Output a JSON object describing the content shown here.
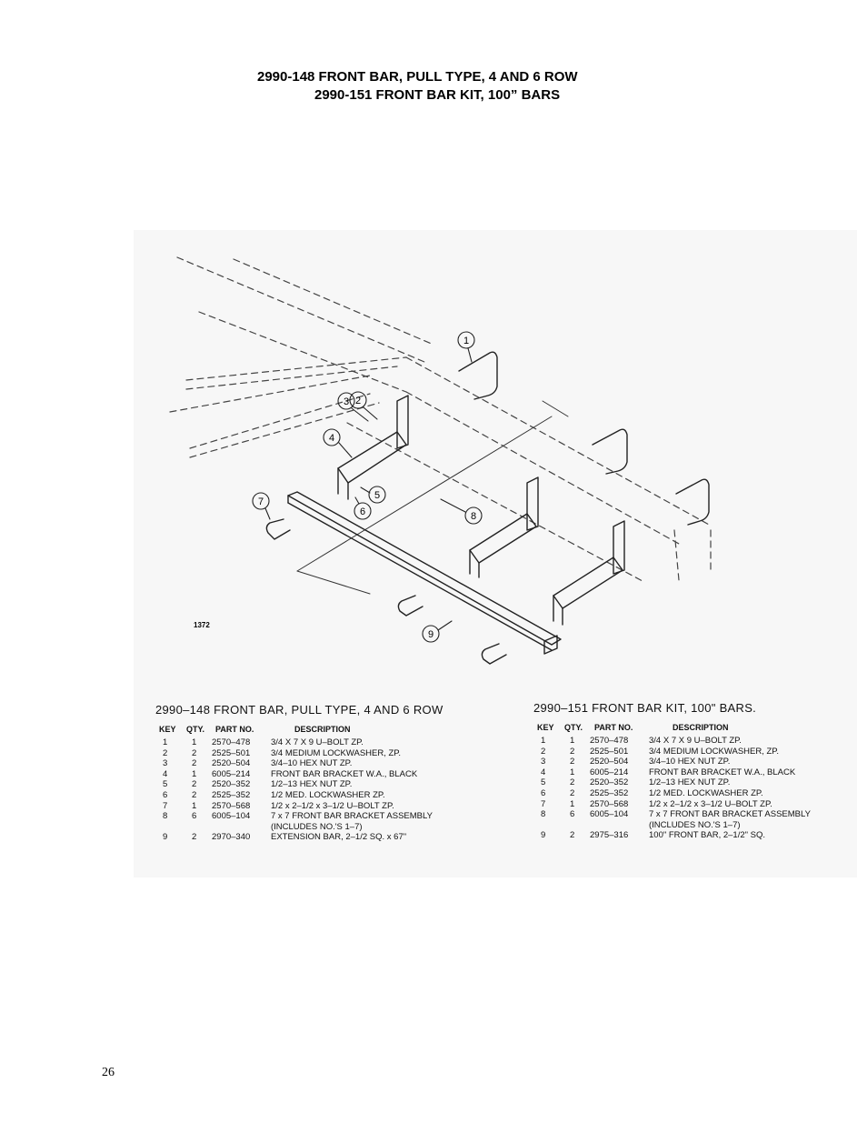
{
  "page": {
    "heading_line1": "2990-148 FRONT BAR, PULL TYPE, 4 AND 6 ROW",
    "heading_line2": "2990-151 FRONT BAR KIT, 100” BARS",
    "page_number": "26"
  },
  "drawing": {
    "figure_number": "1372",
    "callouts": [
      "1",
      "2",
      "3",
      "4",
      "5",
      "6",
      "7",
      "8",
      "9"
    ]
  },
  "tables": [
    {
      "title": "2990–148 FRONT BAR, PULL TYPE, 4 AND 6 ROW",
      "headers": {
        "key": "KEY",
        "qty": "QTY.",
        "part": "PART NO.",
        "desc": "DESCRIPTION"
      },
      "rows": [
        {
          "key": "1",
          "qty": "1",
          "part": "2570–478",
          "desc": "3/4 X 7 X 9 U–BOLT ZP."
        },
        {
          "key": "2",
          "qty": "2",
          "part": "2525–501",
          "desc": "3/4 MEDIUM LOCKWASHER, ZP."
        },
        {
          "key": "3",
          "qty": "2",
          "part": "2520–504",
          "desc": "3/4–10 HEX NUT ZP."
        },
        {
          "key": "4",
          "qty": "1",
          "part": "6005–214",
          "desc": "FRONT BAR BRACKET W.A., BLACK"
        },
        {
          "key": "5",
          "qty": "2",
          "part": "2520–352",
          "desc": "1/2–13 HEX NUT ZP."
        },
        {
          "key": "6",
          "qty": "2",
          "part": "2525–352",
          "desc": "1/2 MED. LOCKWASHER ZP."
        },
        {
          "key": "7",
          "qty": "1",
          "part": "2570–568",
          "desc": "1/2 x 2–1/2 x 3–1/2 U–BOLT ZP."
        },
        {
          "key": "8",
          "qty": "6",
          "part": "6005–104",
          "desc": "7 x 7 FRONT BAR BRACKET ASSEMBLY"
        },
        {
          "key": "",
          "qty": "",
          "part": "",
          "desc": "(INCLUDES NO.'S 1–7)"
        },
        {
          "key": "9",
          "qty": "2",
          "part": "2970–340",
          "desc": "EXTENSION BAR, 2–1/2 SQ. x 67\""
        }
      ]
    },
    {
      "title": "2990–151 FRONT BAR KIT, 100\" BARS.",
      "headers": {
        "key": "KEY",
        "qty": "QTY.",
        "part": "PART NO.",
        "desc": "DESCRIPTION"
      },
      "rows": [
        {
          "key": "1",
          "qty": "1",
          "part": "2570–478",
          "desc": "3/4 X 7 X 9 U–BOLT ZP."
        },
        {
          "key": "2",
          "qty": "2",
          "part": "2525–501",
          "desc": "3/4 MEDIUM LOCKWASHER, ZP."
        },
        {
          "key": "3",
          "qty": "2",
          "part": "2520–504",
          "desc": "3/4–10 HEX NUT ZP."
        },
        {
          "key": "4",
          "qty": "1",
          "part": "6005–214",
          "desc": "FRONT BAR BRACKET W.A., BLACK"
        },
        {
          "key": "5",
          "qty": "2",
          "part": "2520–352",
          "desc": "1/2–13 HEX NUT ZP."
        },
        {
          "key": "6",
          "qty": "2",
          "part": "2525–352",
          "desc": "1/2 MED. LOCKWASHER ZP."
        },
        {
          "key": "7",
          "qty": "1",
          "part": "2570–568",
          "desc": "1/2 x 2–1/2 x 3–1/2 U–BOLT ZP."
        },
        {
          "key": "8",
          "qty": "6",
          "part": "6005–104",
          "desc": "7 x 7 FRONT BAR BRACKET ASSEMBLY"
        },
        {
          "key": "",
          "qty": "",
          "part": "",
          "desc": "(INCLUDES NO.'S 1–7)"
        },
        {
          "key": "9",
          "qty": "2",
          "part": "2975–316",
          "desc": "100\" FRONT BAR, 2–1/2\" SQ."
        }
      ]
    }
  ]
}
